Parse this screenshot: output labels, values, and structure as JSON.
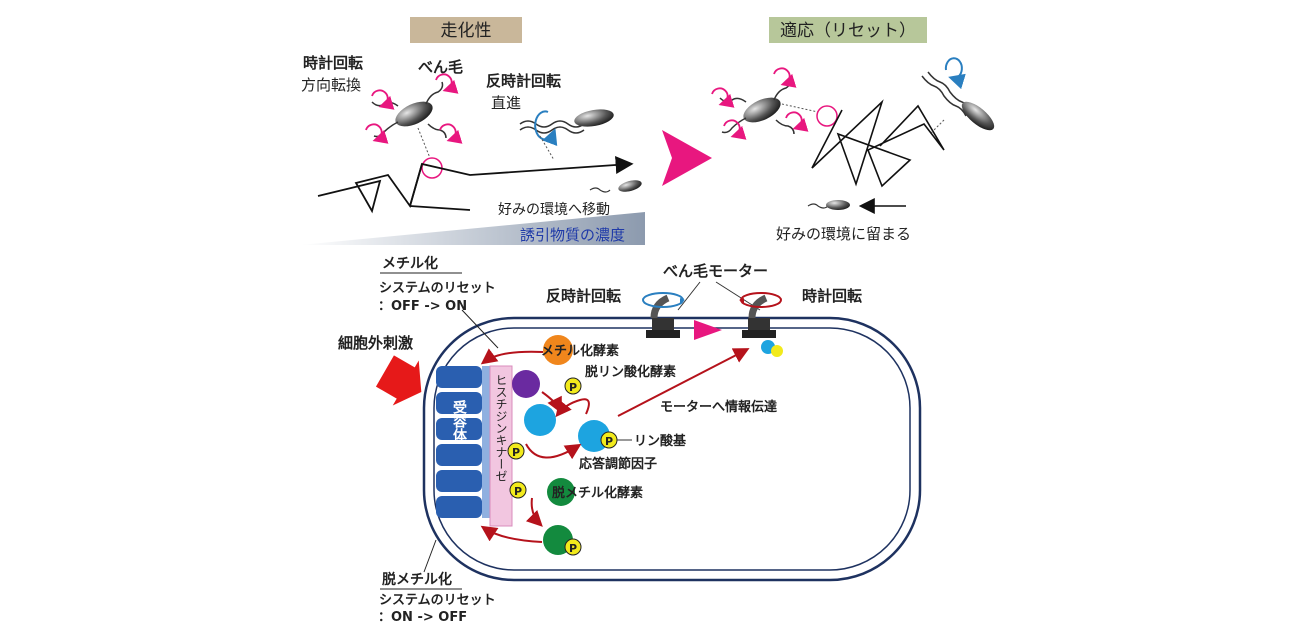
{
  "top": {
    "chemotaxis_title": "走化性",
    "adaptation_title": "適応（リセット）",
    "cw_rotation": "時計回転",
    "direction_change": "方向転換",
    "flagellum": "べん毛",
    "ccw_rotation": "反時計回転",
    "straight": "直進",
    "move_to_preferred": "好みの環境へ移動",
    "attractant_concentration": "誘引物質の濃度",
    "stay_in_preferred": "好みの環境に留まる"
  },
  "bottom": {
    "methylation": "メチル化",
    "system_reset_label": "システムのリセット",
    "reset_off_on": "：OFF -> ON",
    "flagellar_motor": "べん毛モーター",
    "ccw_rotation": "反時計回転",
    "cw_rotation": "時計回転",
    "extracellular_stimulus": "細胞外刺激",
    "methyltransferase": "メチル化酵素",
    "phosphatase": "脱リン酸化酵素",
    "signal_to_motor": "モーターへ情報伝達",
    "phosphate_group": "リン酸基",
    "response_regulator": "応答調節因子",
    "methylesterase": "脱メチル化酵素",
    "demethylation": "脱メチル化",
    "reset_on_off": "：ON -> OFF",
    "receptor": "受容体",
    "histidine_kinase": "ヒスチジンキナーゼ",
    "phosphate_symbol": "P"
  },
  "colors": {
    "title_left_bg": "#c9b79a",
    "title_right_bg": "#b7c79a",
    "pink_arrow": "#e8177f",
    "red_arrow": "#b5121b",
    "cell_outline": "#1e3260",
    "receptor_blue": "#2a5fb0",
    "kinase_pink": "#f2c6e0",
    "methyltransferase_orange": "#f0861c",
    "phosphatase_purple": "#6a2aa0",
    "regulator_cyan": "#1da4e0",
    "methylesterase_green": "#138a3e",
    "phosphate_yellow": "#f2ea1c",
    "concentration_blue": "#1f3aa8"
  }
}
